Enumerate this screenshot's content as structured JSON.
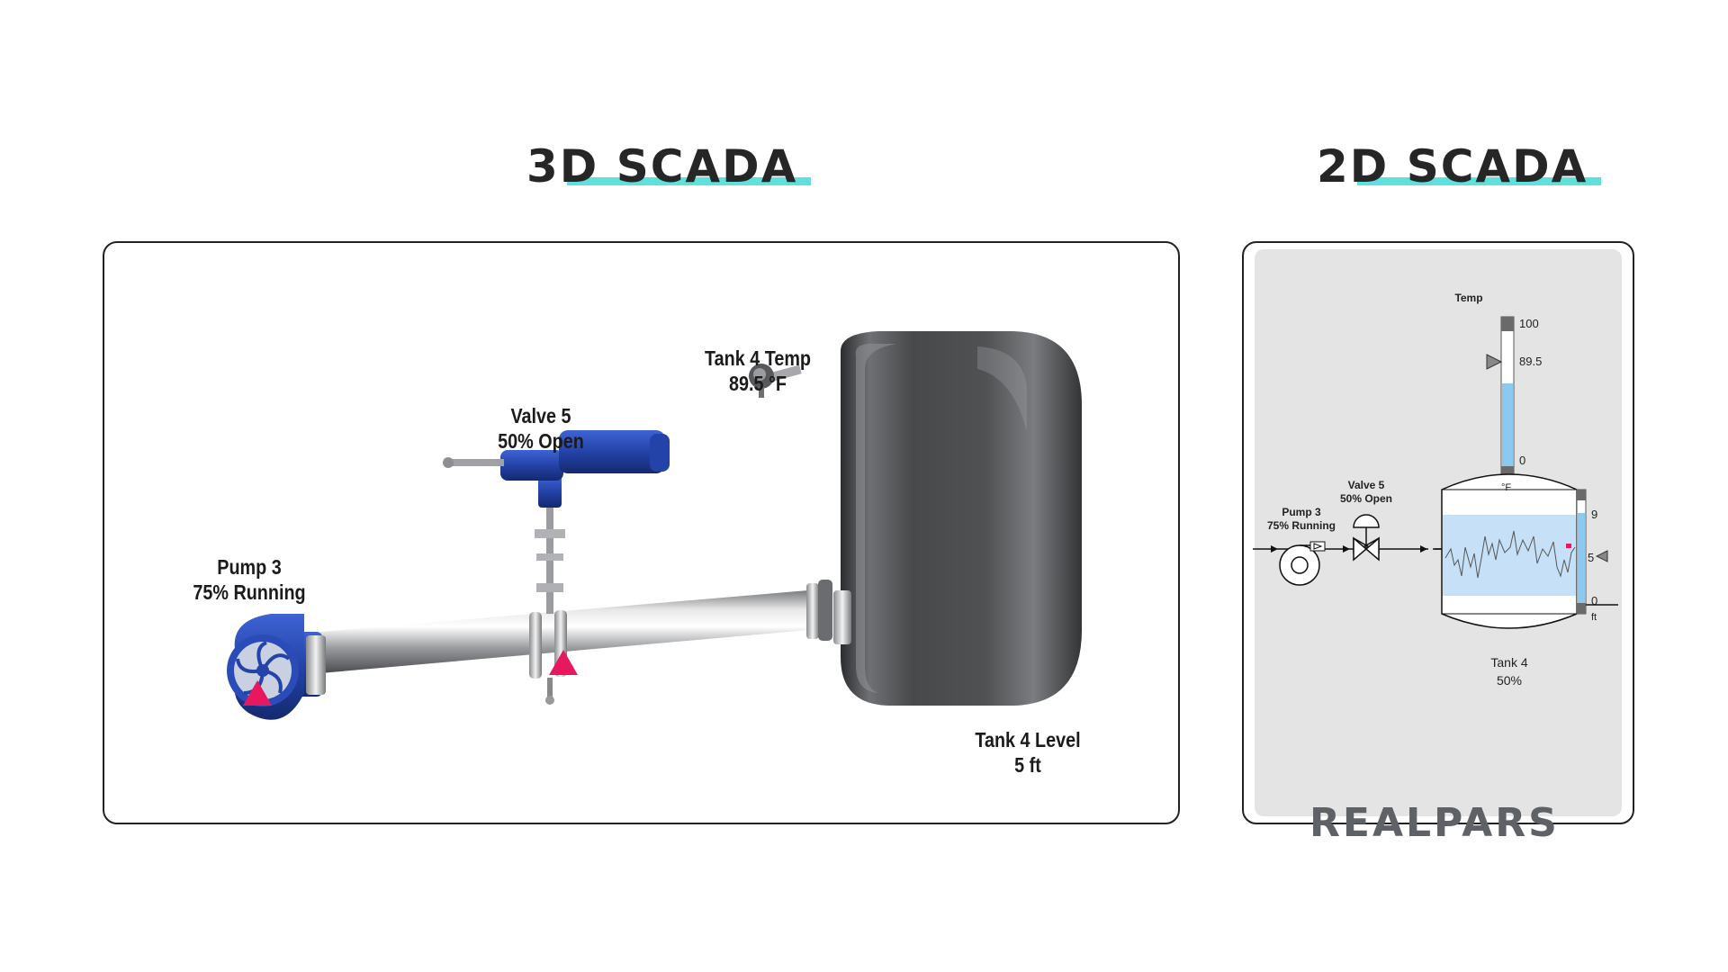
{
  "headings": {
    "scada_3d": "3D SCADA",
    "scada_2d": "2D SCADA"
  },
  "view_3d": {
    "pump_name": "Pump 3",
    "pump_status": "75% Running",
    "valve_name": "Valve 5",
    "valve_status": "50% Open",
    "temp_name": "Tank 4 Temp",
    "temp_value": "89.5 °F",
    "level_name": "Tank 4 Level",
    "level_value": "5 ft"
  },
  "view_2d": {
    "temp_title": "Temp",
    "temp_max": "100",
    "temp_value": "89.5",
    "temp_min": "0",
    "temp_unit": "°F",
    "pump_name": "Pump 3",
    "pump_status": "75% Running",
    "valve_name": "Valve 5",
    "valve_status": "50% Open",
    "level_max": "9",
    "level_value": "5",
    "level_min": "0",
    "level_unit": "ft",
    "tank_name": "Tank 4",
    "tank_percent": "50%"
  },
  "brand": "REALPARS",
  "colors": {
    "accent_underline": "#5ee0dd",
    "pump_blue": "#2443a8",
    "alarm_marker": "#e8185e",
    "tank_grey": "#4b4c4e",
    "level_fill": "#c6e1f7",
    "temp_fill": "#8cc8f0"
  }
}
